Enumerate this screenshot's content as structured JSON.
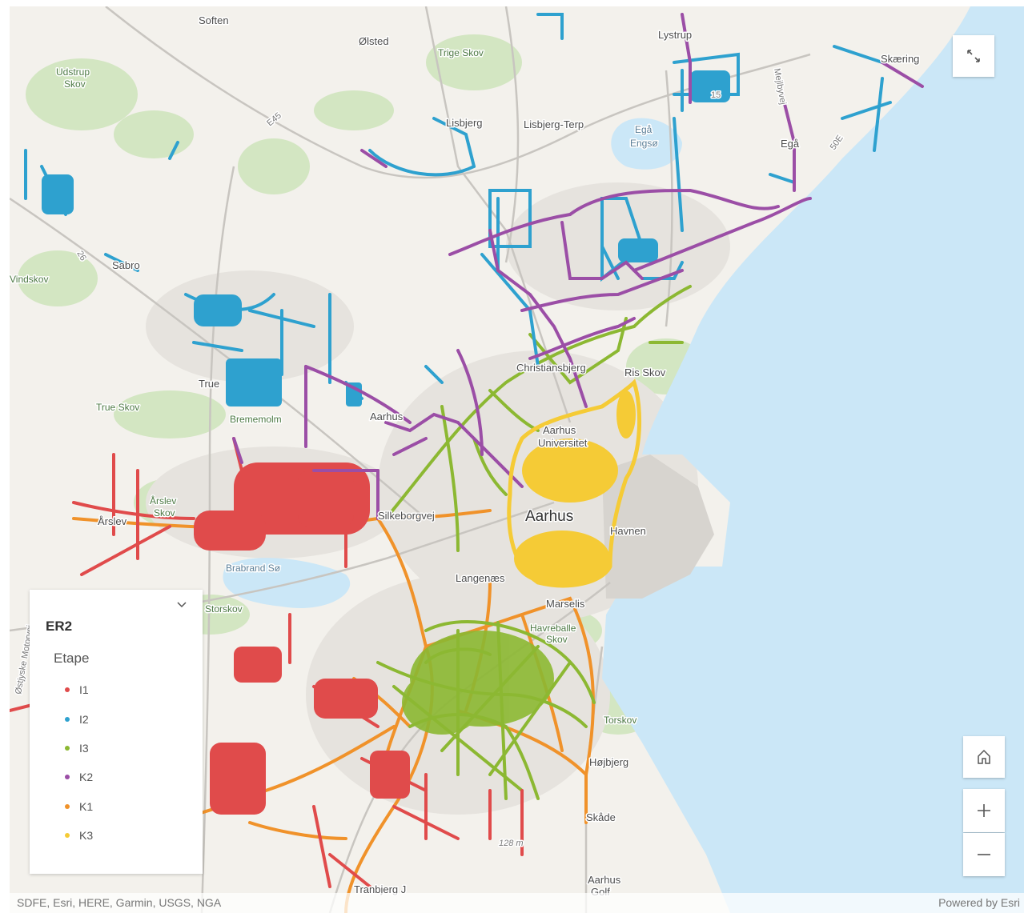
{
  "colors": {
    "I1": "#e04b4b",
    "I2": "#2ea1cf",
    "I3": "#8cb832",
    "K2": "#9b4ea6",
    "K1": "#f0922a",
    "K3": "#f5cb36",
    "water": "#cbe7f7",
    "forest": "#d3e6c2"
  },
  "places": {
    "soften": "Soften",
    "olsted": "Ølsted",
    "trige_skov": "Trige Skov",
    "udstrup_skov": "Udstrup",
    "udstrup_skov2": "Skov",
    "lystrup": "Lystrup",
    "skaering": "Skæring",
    "mejlbyvej": "Mejlbyvej",
    "lisbjerg": "Lisbjerg",
    "lisbjerg_terp": "Lisbjerg-Terp",
    "ega_engso": "Egå",
    "ega_engso2": "Engsø",
    "ega": "Egå",
    "sabro": "Sabro",
    "vindskov": "Vindskov",
    "true": "True",
    "true_skov": "True Skov",
    "bremerholm": "Brememolm",
    "christiansbjerg": "Christiansbjerg",
    "ris_skov": "Ris Skov",
    "aarhus_n": "Aarhus",
    "aarhus_uni": "Aarhus",
    "aarhus_uni2": "Universitet",
    "aarhus": "Aarhus",
    "havnen": "Havnen",
    "silkeborgvej": "Silkeborgvej",
    "arslev": "Årslev",
    "arslev_skov": "Skov",
    "arslev2": "Årslev",
    "brabrand_so": "Brabrand Sø",
    "langenaes": "Langenæs",
    "marselis": "Marselis",
    "havreballe": "Havreballe",
    "havreballe2": "Skov",
    "storskov": "Storskov",
    "torskov": "Torskov",
    "hojbjerg": "Højbjerg",
    "skade": "Skåde",
    "elevation": "128 m",
    "aarhus_golf": "Aarhus",
    "aarhus_golf2": "Golf",
    "tranbjerg": "Tranbjerg J",
    "ostjyske": "Østjyske Motorvej",
    "road_15": "15",
    "road_26": "26",
    "road_e45": "E45",
    "road_50": "50E"
  },
  "legend": {
    "title": "ER2",
    "subtitle": "Etape",
    "items": [
      {
        "label": "I1",
        "color": "#e04b4b"
      },
      {
        "label": "I2",
        "color": "#2ea1cf"
      },
      {
        "label": "I3",
        "color": "#8cb832"
      },
      {
        "label": "K2",
        "color": "#9b4ea6"
      },
      {
        "label": "K1",
        "color": "#f0922a"
      },
      {
        "label": "K3",
        "color": "#f5cb36"
      }
    ]
  },
  "attribution": {
    "left": "SDFE, Esri, HERE, Garmin, USGS, NGA",
    "right": "Powered by Esri"
  }
}
